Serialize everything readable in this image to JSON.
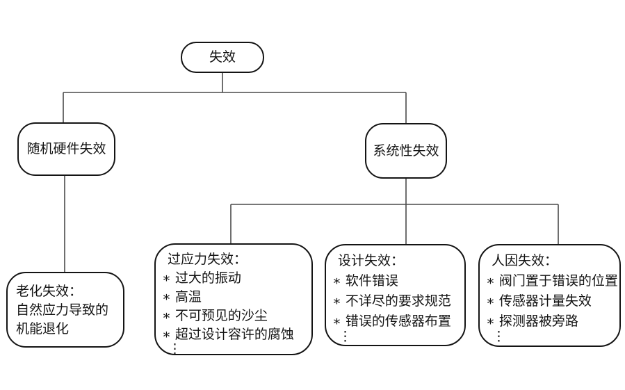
{
  "diagram": {
    "background": "#ffffff",
    "box_border_color": "#141414",
    "connector_color": "#4a4a4a",
    "text_color": "#141414",
    "bullet": "∗",
    "nodes": {
      "root": {
        "label": "失效"
      },
      "random_hardware": {
        "label": "随机硬件失效"
      },
      "systematic": {
        "label": "系统性失效"
      },
      "aging": {
        "title": "老化失效：",
        "line1": "自然应力导致的",
        "line2": "机能退化"
      },
      "overstress": {
        "title": "过应力失效：",
        "items": [
          "过大的振动",
          "高温",
          "不可预见的沙尘",
          "超过设计容许的腐蚀"
        ],
        "more": "⋮"
      },
      "design": {
        "title": "设计失效：",
        "items": [
          "软件错误",
          "不详尽的要求规范",
          "错误的传感器布置"
        ],
        "more": "⋮"
      },
      "human": {
        "title": "人因失效：",
        "items": [
          "阀门置于错误的位置",
          "传感器计量失效",
          "探测器被旁路"
        ],
        "more": "⋮"
      }
    }
  }
}
